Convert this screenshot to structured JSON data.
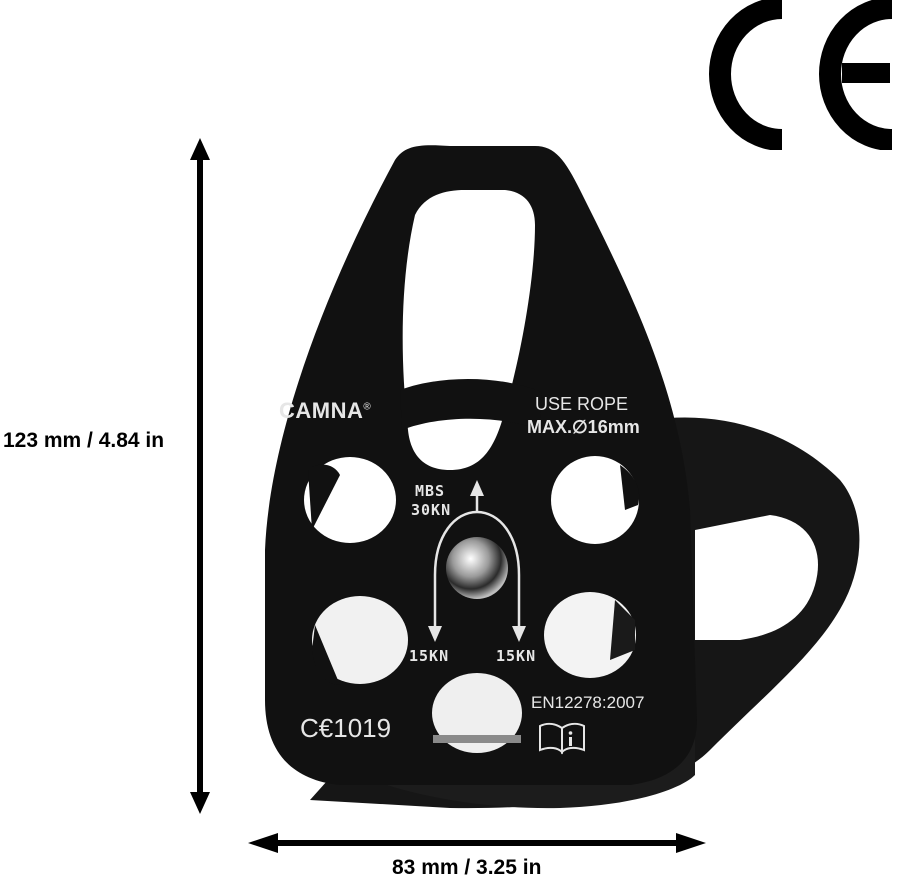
{
  "certification_mark": {
    "text": "CE",
    "color": "#000000"
  },
  "dimensions": {
    "height_label": "123 mm / 4.84 in",
    "width_label": "83 mm / 3.25 in"
  },
  "product": {
    "brand": "CAMNA",
    "registered_mark": "®",
    "rope_line1": "USE ROPE",
    "rope_line2": "MAX.∅16mm",
    "mbs_line1": "MBS",
    "mbs_line2": "30KN",
    "left_load": "15KN",
    "right_load": "15KN",
    "ce_code": "C€1019",
    "standard": "EN12278:2007",
    "manual_icon": "read-instructions-icon",
    "body_color": "#111111",
    "marking_color": "#e6e6e6"
  }
}
